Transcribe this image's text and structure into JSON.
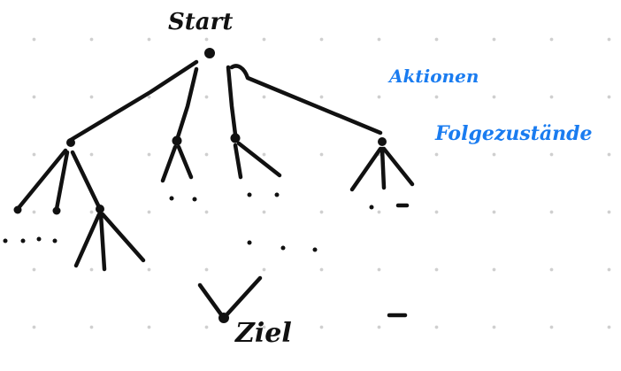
{
  "diagram": {
    "start_label": "Start",
    "goal_label": "Ziel",
    "annotations": {
      "actions": "Aktionen",
      "successor_states": "Folgezustände"
    },
    "colors": {
      "ink": "#111111",
      "annotation": "#1a7cf0",
      "grid_dots": "#cfcfcf",
      "background": "#ffffff"
    }
  }
}
